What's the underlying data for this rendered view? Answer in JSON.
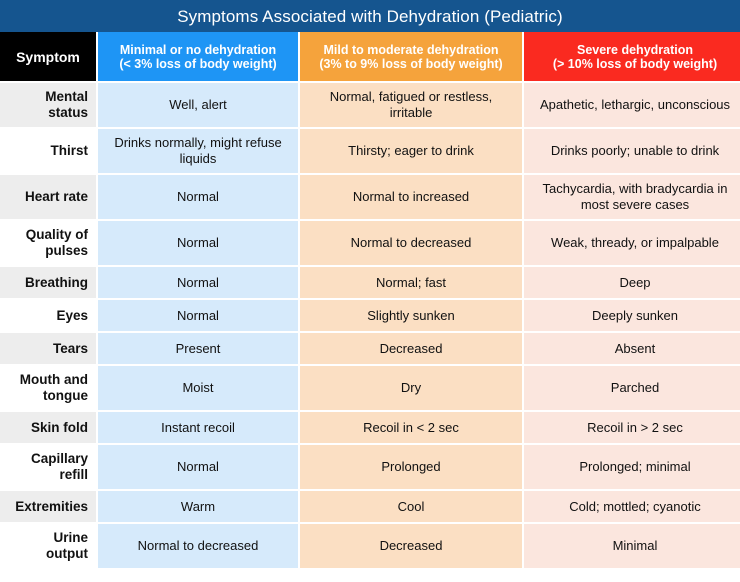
{
  "title": "Symptoms Associated with Dehydration (Pediatric)",
  "colors": {
    "title_bar": "#15558F",
    "header_symptom": "#000000",
    "header_minimal": "#1E95F5",
    "header_moderate": "#F5A33C",
    "header_severe": "#FA2A20",
    "body_minimal": "#D6EAFB",
    "body_moderate": "#FBDFC3",
    "body_severe": "#FBE6DE",
    "label_shade": "#EDEDED"
  },
  "headers": {
    "symptom": "Symptom",
    "minimal": {
      "line1": "Minimal or no dehydration",
      "line2": "(< 3% loss of body weight)"
    },
    "moderate": {
      "line1": "Mild to moderate dehydration",
      "line2": "(3% to 9% loss of body weight)"
    },
    "severe": {
      "line1": "Severe dehydration",
      "line2": "(> 10% loss of body weight)"
    }
  },
  "rows": [
    {
      "label": "Mental status",
      "minimal": "Well, alert",
      "moderate": "Normal, fatigued or restless, irritable",
      "severe": "Apathetic, lethargic, unconscious",
      "tall": true,
      "shade": "gray"
    },
    {
      "label": "Thirst",
      "minimal": "Drinks normally, might refuse liquids",
      "moderate": "Thirsty; eager to drink",
      "severe": "Drinks poorly; unable to drink",
      "tall": true,
      "shade": "white"
    },
    {
      "label": "Heart rate",
      "minimal": "Normal",
      "moderate": "Normal to increased",
      "severe": "Tachycardia, with bradycardia in most severe cases",
      "tall": true,
      "shade": "gray"
    },
    {
      "label": "Quality of pulses",
      "minimal": "Normal",
      "moderate": "Normal to decreased",
      "severe": "Weak, thready, or impalpable",
      "tall": true,
      "shade": "white"
    },
    {
      "label": "Breathing",
      "minimal": "Normal",
      "moderate": "Normal; fast",
      "severe": "Deep",
      "tall": false,
      "shade": "gray"
    },
    {
      "label": "Eyes",
      "minimal": "Normal",
      "moderate": "Slightly sunken",
      "severe": "Deeply sunken",
      "tall": false,
      "shade": "white"
    },
    {
      "label": "Tears",
      "minimal": "Present",
      "moderate": "Decreased",
      "severe": "Absent",
      "tall": false,
      "shade": "gray"
    },
    {
      "label": "Mouth and tongue",
      "minimal": "Moist",
      "moderate": "Dry",
      "severe": "Parched",
      "tall": true,
      "shade": "white"
    },
    {
      "label": "Skin fold",
      "minimal": "Instant recoil",
      "moderate": "Recoil in < 2 sec",
      "severe": "Recoil in > 2 sec",
      "tall": false,
      "shade": "gray"
    },
    {
      "label": "Capillary refill",
      "minimal": "Normal",
      "moderate": "Prolonged",
      "severe": "Prolonged; minimal",
      "tall": true,
      "shade": "white"
    },
    {
      "label": "Extremities",
      "minimal": "Warm",
      "moderate": "Cool",
      "severe": "Cold; mottled; cyanotic",
      "tall": false,
      "shade": "gray"
    },
    {
      "label": "Urine output",
      "minimal": "Normal to decreased",
      "moderate": "Decreased",
      "severe": "Minimal",
      "tall": true,
      "shade": "white"
    }
  ]
}
